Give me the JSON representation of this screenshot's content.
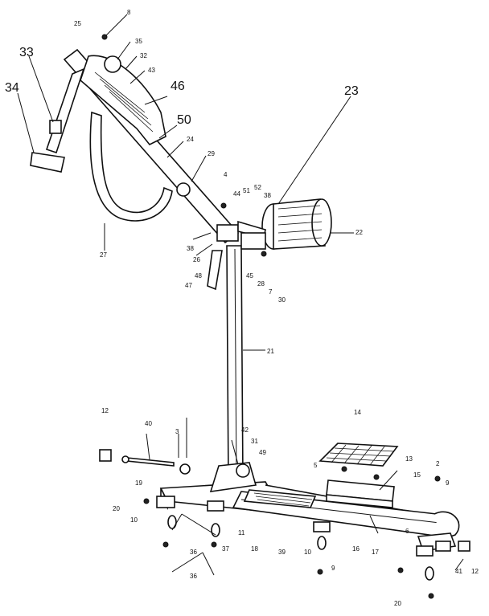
{
  "labels": {
    "l8": "8",
    "l25": "25",
    "l33": "33",
    "l34": "34",
    "l35": "35",
    "l32": "32",
    "l43": "43",
    "l46": "46",
    "l50": "50",
    "l24": "24",
    "l23": "23",
    "l29": "29",
    "l4": "4",
    "l44": "44",
    "l51": "51",
    "l52": "52",
    "l38": "38",
    "l22": "22",
    "l27": "27",
    "l38b": "38",
    "l26": "26",
    "l28": "28",
    "l45": "45",
    "l7": "7",
    "l30": "30",
    "l48": "48",
    "l47": "47",
    "l21": "21",
    "l14": "14",
    "l12": "12",
    "l40": "40",
    "l3": "3",
    "l42": "42",
    "l31": "31",
    "l49": "49",
    "l5": "5",
    "l13": "13",
    "l2": "2",
    "l15": "15",
    "l9": "9",
    "l19": "19",
    "l20": "20",
    "l10": "10",
    "l36a": "36",
    "l36b": "36",
    "l37": "37",
    "l11": "11",
    "l18": "18",
    "l39": "39",
    "l16": "16",
    "l10b": "10",
    "l9b": "9",
    "l17": "17",
    "l6": "6",
    "l41": "41",
    "l12b": "12",
    "l20b": "20"
  }
}
